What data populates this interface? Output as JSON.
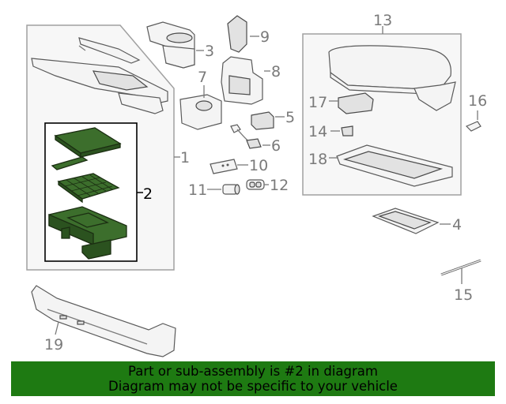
{
  "callouts": {
    "c1": "1",
    "c2": "2",
    "c3": "3",
    "c4": "4",
    "c5": "5",
    "c6": "6",
    "c7": "7",
    "c8": "8",
    "c9": "9",
    "c10": "10",
    "c11": "11",
    "c12": "12",
    "c13": "13",
    "c14": "14",
    "c15": "15",
    "c16": "16",
    "c17": "17",
    "c18": "18",
    "c19": "19"
  },
  "highlight": {
    "part_number": "2",
    "color": "#3c6e2c"
  },
  "banner": {
    "line1": "Part or sub-assembly is #2 in diagram",
    "line2": "Diagram may not be specific to your vehicle",
    "background": "#1e7a12"
  }
}
